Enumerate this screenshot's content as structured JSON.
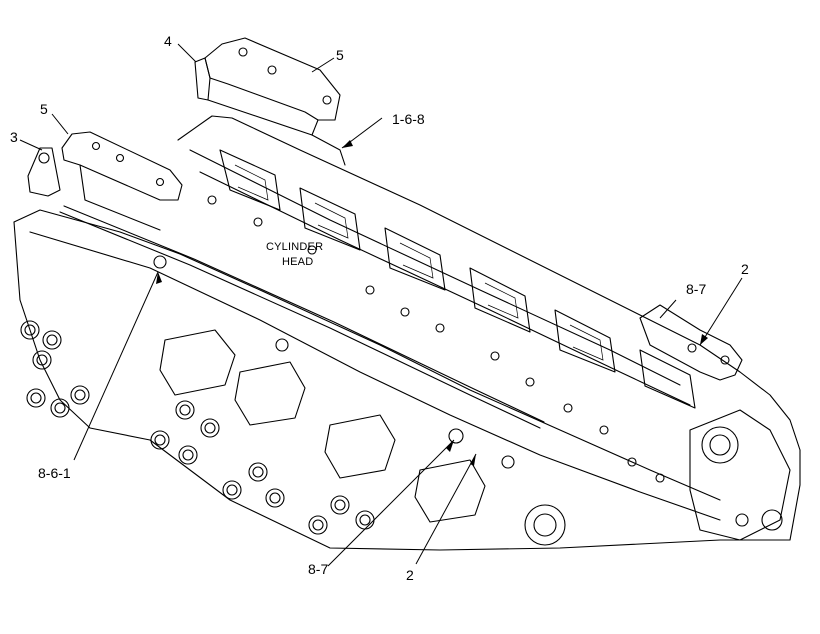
{
  "diagram": {
    "center_label_line1": "CYLINDER",
    "center_label_line2": "HEAD",
    "callouts": {
      "c4": "4",
      "c5_top": "5",
      "c5_left": "5",
      "c3": "3",
      "c168": "1-6-8",
      "c87_right": "8-7",
      "c2_right": "2",
      "c861": "8-6-1",
      "c87_bottom": "8-7",
      "c2_bottom": "2"
    }
  }
}
